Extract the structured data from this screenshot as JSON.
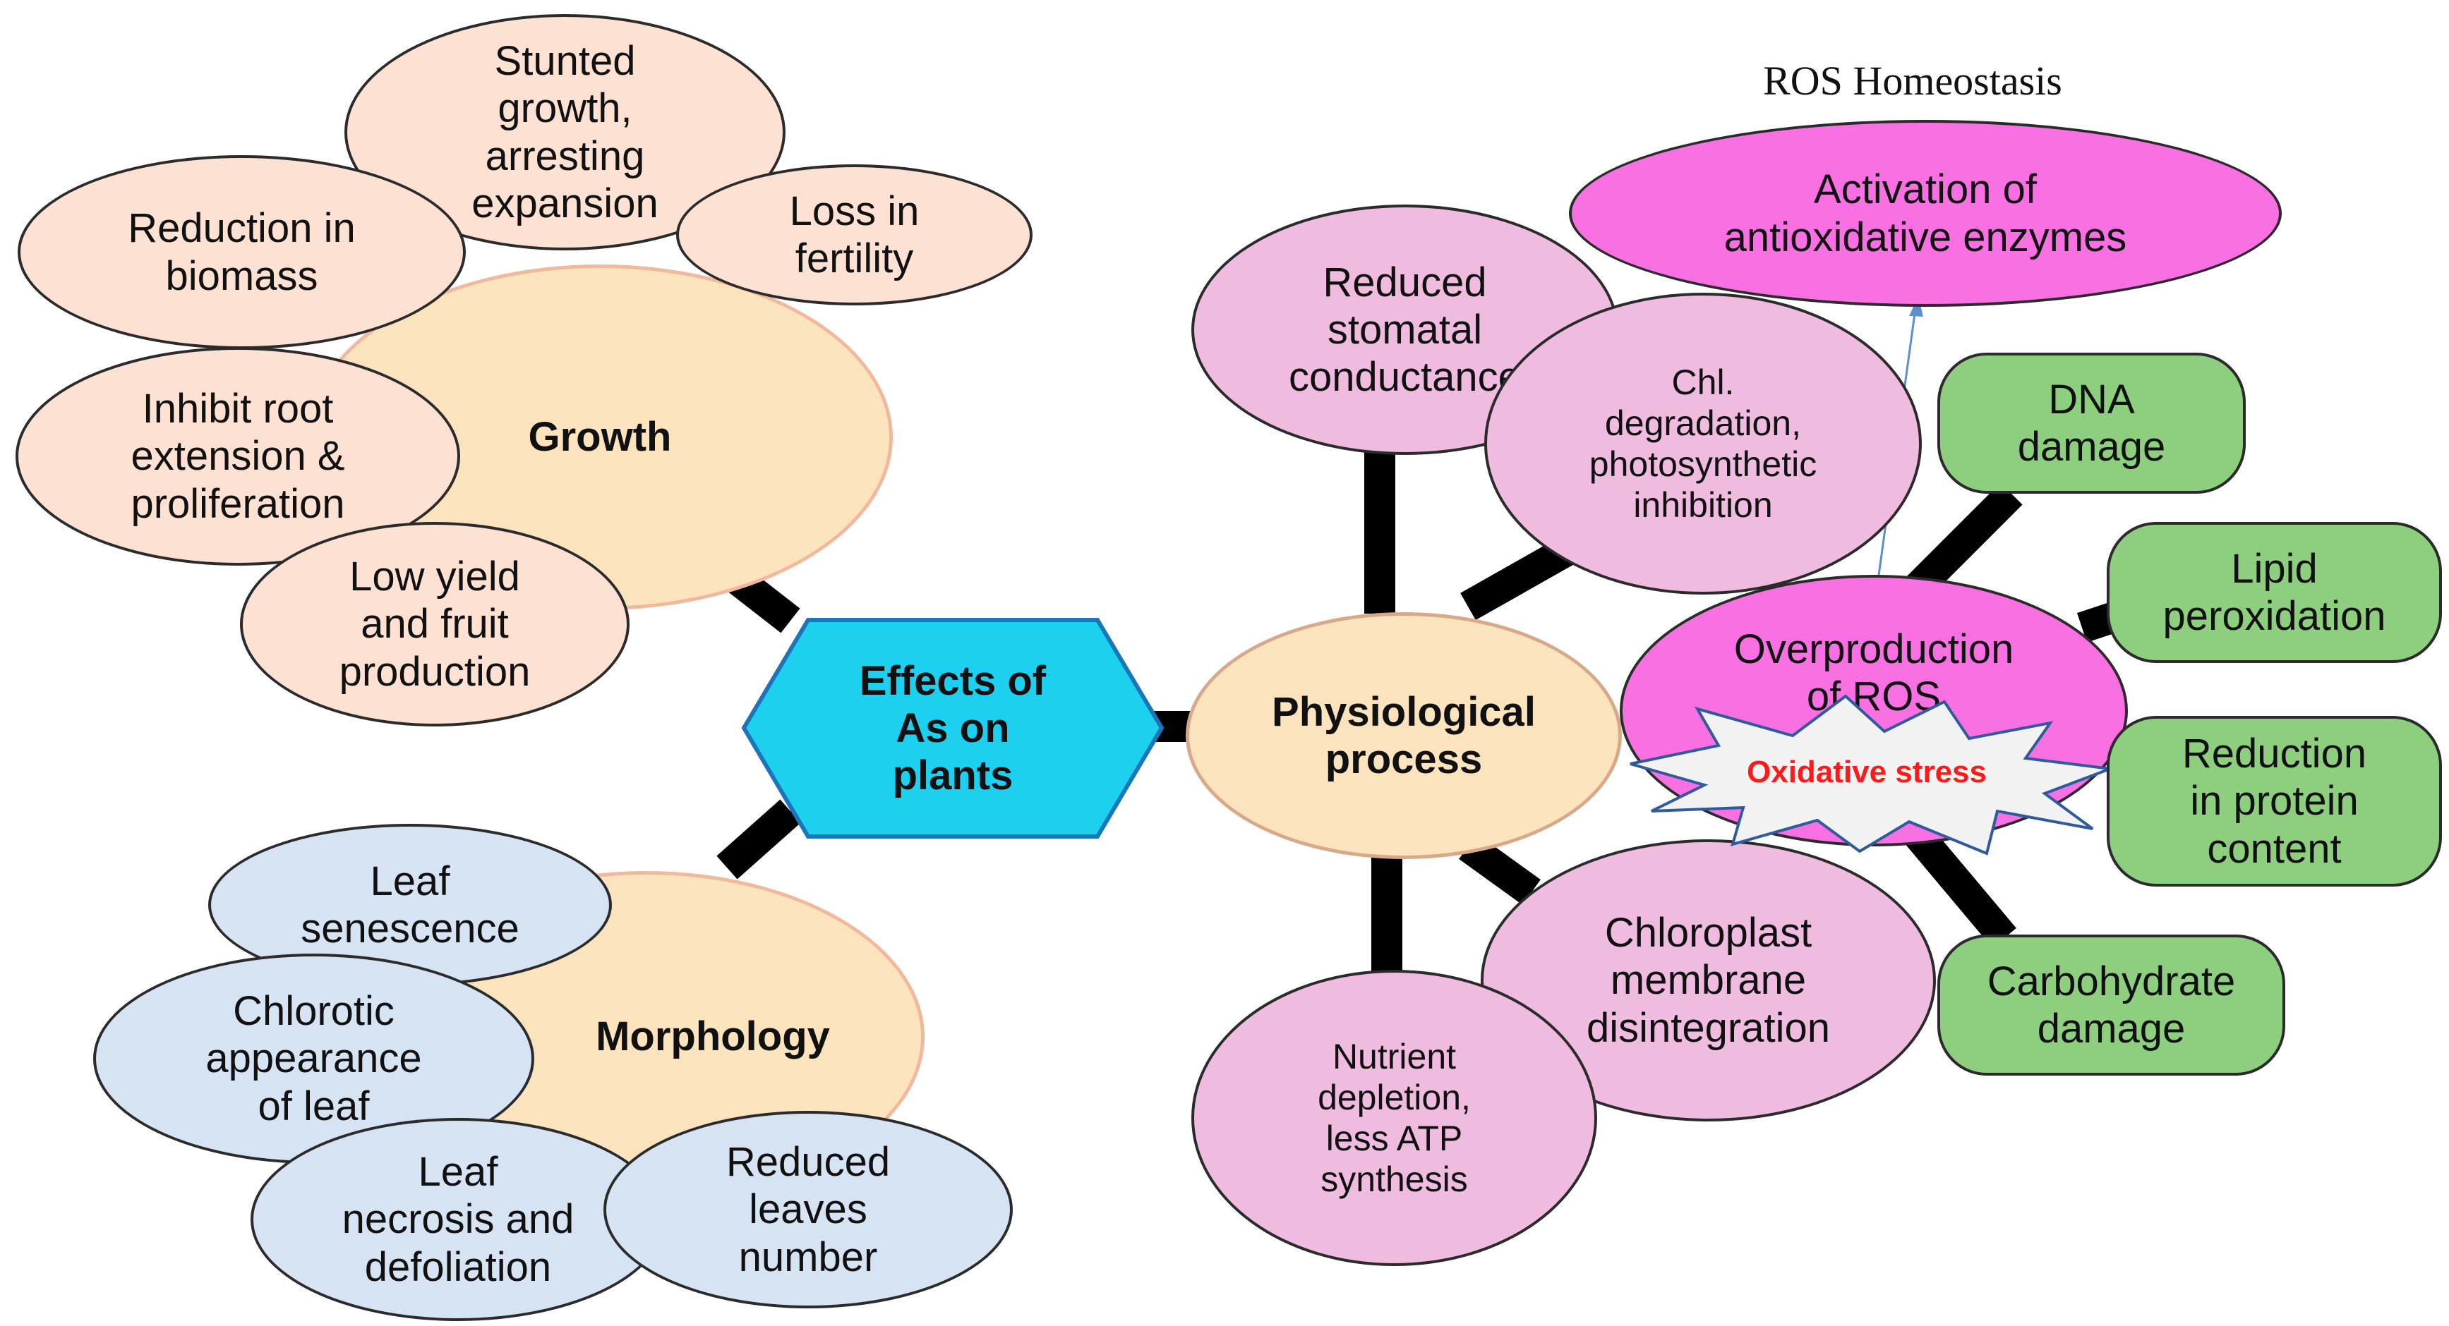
{
  "diagram": {
    "center": "Effects of\nAs on\nplants",
    "growth": {
      "title": "Growth",
      "items": [
        "Stunted\ngrowth,\narresting\nexpansion",
        "Reduction in\nbiomass",
        "Loss in\nfertility",
        "Inhibit root\nextension &\nproliferation",
        "Low yield\nand fruit\nproduction"
      ]
    },
    "morphology": {
      "title": "Morphology",
      "items": [
        "Leaf\nsenescence",
        "Chlorotic\nappearance\nof leaf",
        "Leaf\nnecrosis and\ndefoliation",
        "Reduced\nleaves\nnumber"
      ]
    },
    "physiology": {
      "title": "Physiological\nprocess",
      "items": [
        "Reduced\nstomatal\nconductance",
        "Chl.\ndegradation,\nphotosynthetic\ninhibition",
        "Chloroplast\nmembrane\ndisintegration",
        "Nutrient\ndepletion,\nless ATP\nsynthesis"
      ]
    },
    "ros": {
      "homeostasis_label": "ROS Homeostasis",
      "activation": "Activation of\nantioxidative enzymes",
      "overproduction": "Overproduction\nof ROS",
      "stress": "Oxidative stress",
      "effects": [
        "DNA\ndamage",
        "Lipid\nperoxidation",
        "Reduction\nin protein\ncontent",
        "Carbohydrate\ndamage"
      ]
    },
    "colors": {
      "center_fill": "#1ed0f0",
      "hub_fill": "#fbe3bd",
      "growth_leaf": "#fde1d2",
      "morph_leaf": "#d6e3f3",
      "phys_leaf": "#efbce0",
      "ros_fill": "#f970e3",
      "effect_fill": "#8dce7f",
      "stress_text": "#ff1a1a"
    }
  }
}
